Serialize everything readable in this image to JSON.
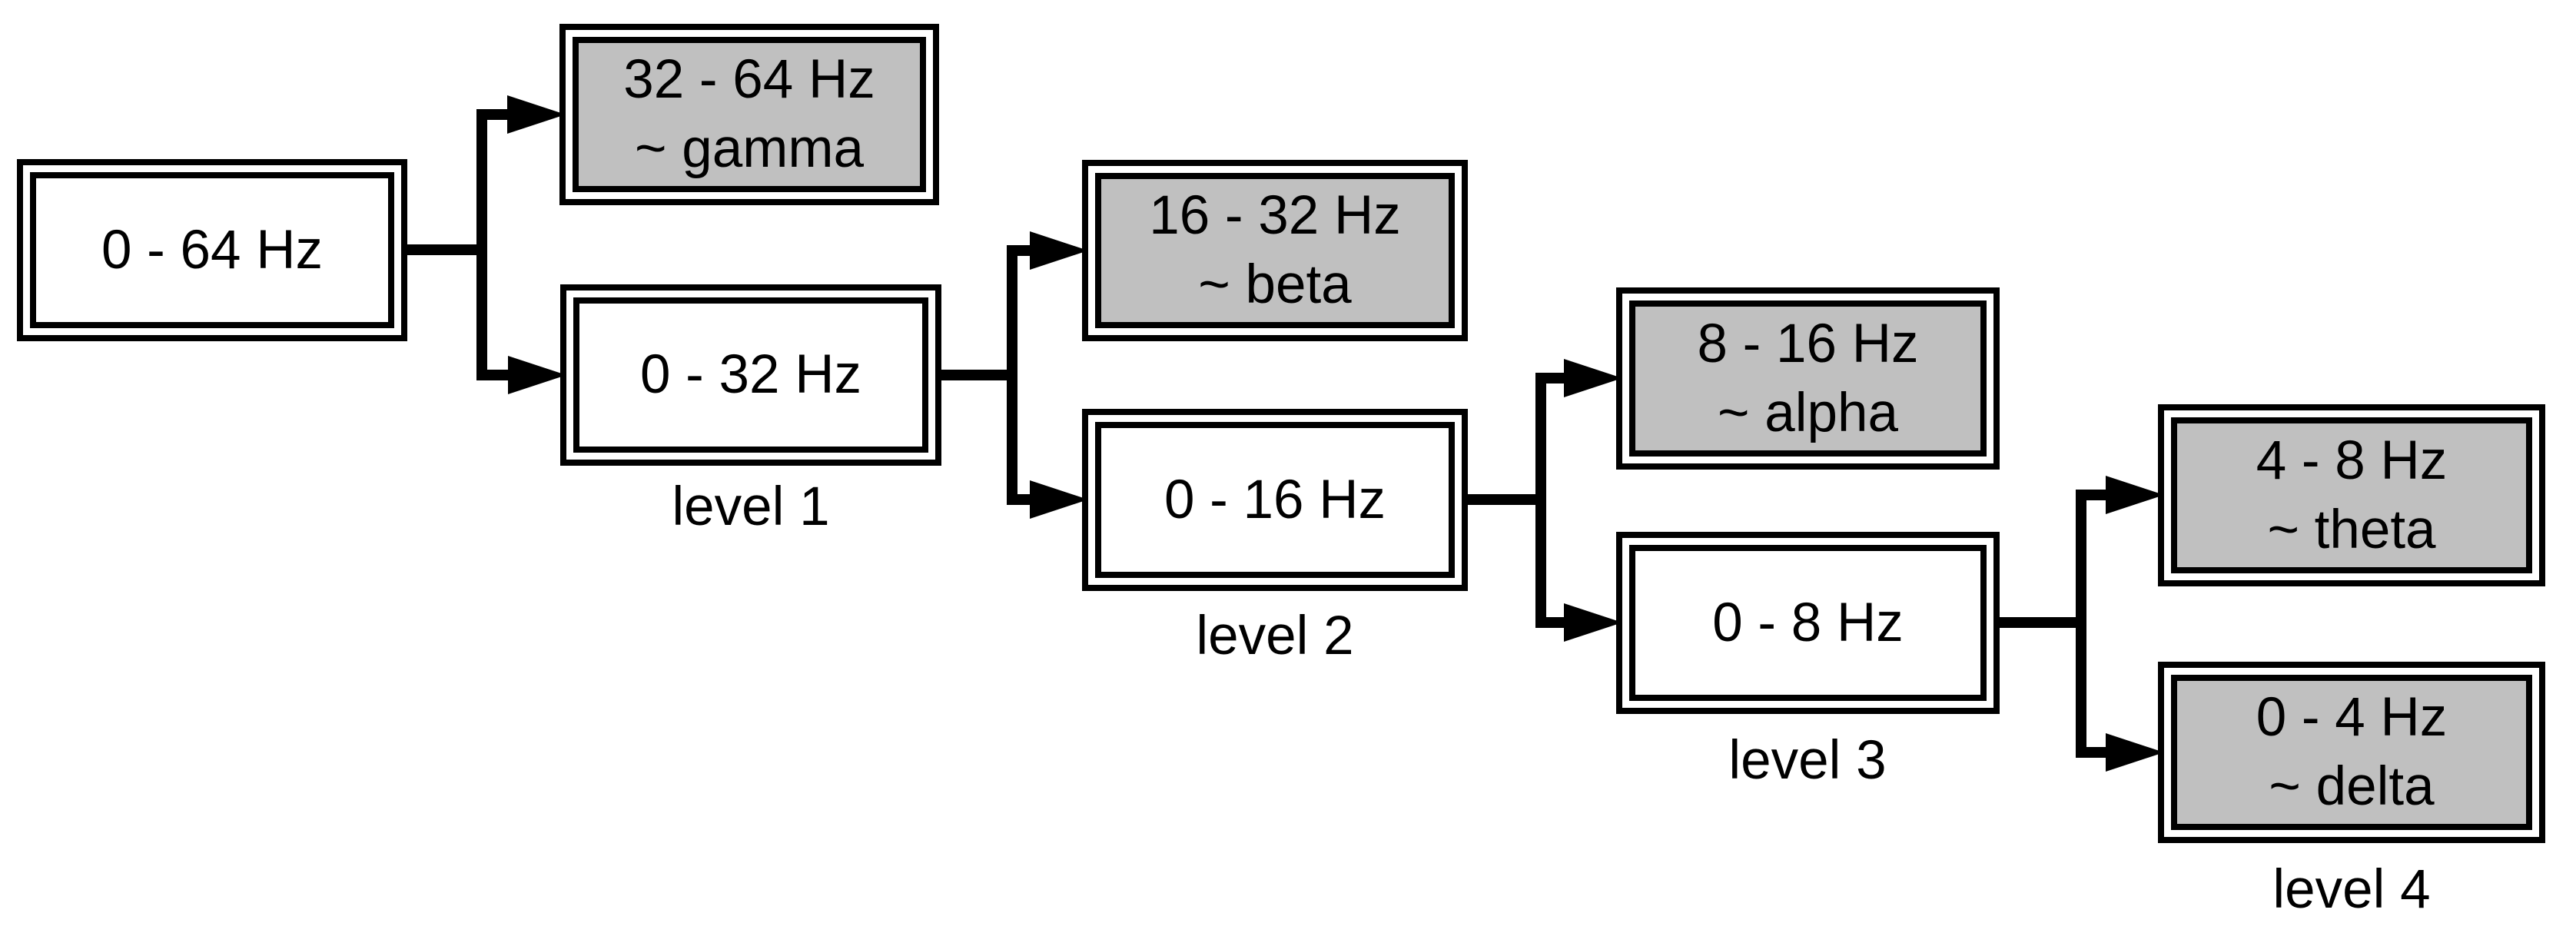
{
  "colors": {
    "detail_fill": "#c0c0c0",
    "approx_fill": "#ffffff",
    "stroke": "#000000",
    "background": "#ffffff",
    "text": "#000000"
  },
  "nodes": [
    {
      "range": "0 - 64 Hz",
      "band": ""
    },
    {
      "range": "32 - 64 Hz",
      "band": "~ gamma"
    },
    {
      "range": "0 - 32 Hz",
      "band": ""
    },
    {
      "range": "16 - 32 Hz",
      "band": "~ beta"
    },
    {
      "range": "0 - 16 Hz",
      "band": ""
    },
    {
      "range": "8 - 16 Hz",
      "band": "~ alpha"
    },
    {
      "range": "0 - 8 Hz",
      "band": ""
    },
    {
      "range": "4 - 8 Hz",
      "band": "~ theta"
    },
    {
      "range": "0 - 4 Hz",
      "band": "~ delta"
    }
  ],
  "level_labels": [
    "level 1",
    "level 2",
    "level 3",
    "level 4"
  ]
}
